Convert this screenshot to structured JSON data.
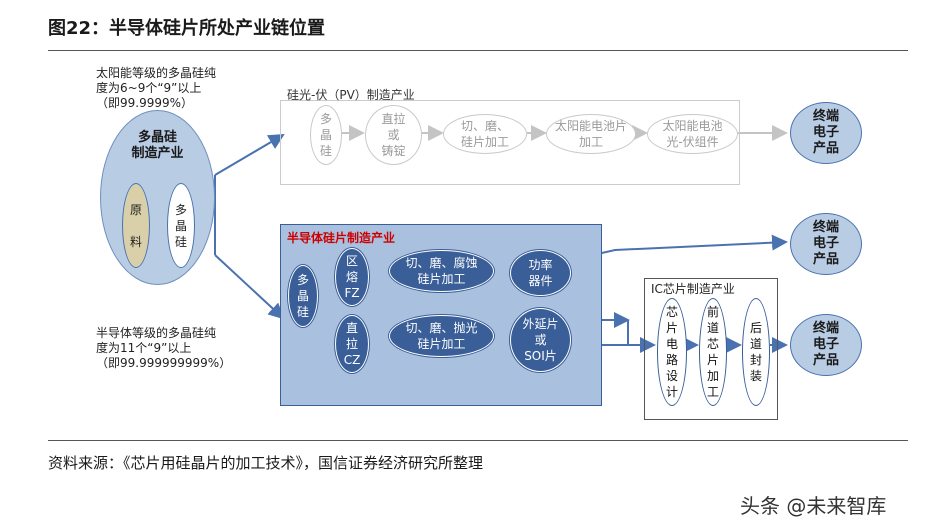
{
  "title": "图22：半导体硅片所处产业链位置",
  "notes": {
    "pv_grade": "太阳能等级的多晶硅纯\n度为6~9个“9”以上\n（即99.9999%）",
    "semi_grade": "半导体等级的多晶硅纯\n度为11个“9”以上\n（即99.999999999%）"
  },
  "poly_ellipse": {
    "label": "多晶硅\n制造产业",
    "raw": "原\n\n料",
    "poly": "多\n晶\n硅"
  },
  "pv_box": {
    "label": "硅光-伏（PV）制造产业",
    "nodes": [
      "多\n晶\n硅",
      "直拉\n或\n铸锭",
      "切、磨、\n硅片加工",
      "太阳能电池片\n加工",
      "太阳能电池\n光-伏组件"
    ]
  },
  "semi_box": {
    "label": "半导体硅片制造产业",
    "poly": "多\n晶\n硅",
    "fz": "区\n熔\nFZ",
    "cz": "直\n拉\nCZ",
    "fz_proc": "切、磨、腐蚀\n硅片加工",
    "cz_proc": "切、磨、抛光\n硅片加工",
    "power": "功率\n器件",
    "epi": "外延片\n或\nSOI片"
  },
  "ic_box": {
    "label": "IC芯片制造产业",
    "design": "芯\n片\n电\n路\n设\n计",
    "front": "前\n道\n芯\n片\n加\n工",
    "back": "后\n道\n封\n装"
  },
  "end_products": [
    "终端\n电子\n产品",
    "终端\n电子\n产品",
    "终端\n电子\n产品"
  ],
  "source": "资料来源：《芯片用硅晶片的加工技术》，国信证券经济研究所整理",
  "watermark": "头条 @未来智库",
  "colors": {
    "dark_blue": "#3a5f98",
    "light_blue": "#b8cce4",
    "mid_blue": "#6f8fbf",
    "box_fill": "#aac0df",
    "grey_line": "#cccccc",
    "red_label": "#cc0000"
  }
}
